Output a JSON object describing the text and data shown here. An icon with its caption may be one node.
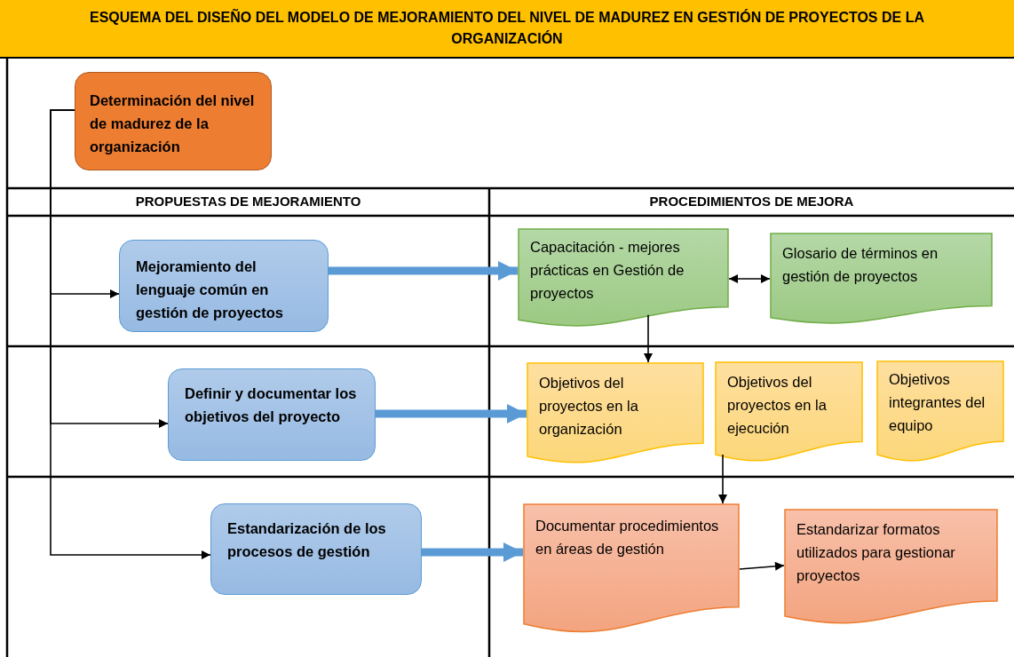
{
  "diagram": {
    "title": "ESQUEMA DEL DISEÑO DEL MODELO DE MEJORAMIENTO DEL NIVEL DE MADUREZ EN GESTIÓN DE PROYECTOS DE LA ORGANIZACIÓN",
    "nodes": [
      {
        "text": [
          "Determinación del nivel de madurez de la organización"
        ]
      },
      {
        "text": [
          "Mejoramiento del lenguaje común en gestión de proyectos"
        ]
      },
      {
        "text": [
          "Definir y documentar los objetivos del proyecto"
        ]
      },
      {
        "text": [
          "Estandarización de los procesos de gestión"
        ]
      },
      {
        "text": [
          "Capacitación - mejores prácticas en Gestión de proyectos"
        ]
      },
      {
        "text": [
          "Glosario de términos en gestión de proyectos"
        ]
      },
      {
        "text": [
          "Objetivos del proyectos en la organización"
        ]
      },
      {
        "text": [
          "Objetivos del proyectos en la ejecución"
        ]
      },
      {
        "text": [
          "Objetivos integrantes del equipo"
        ]
      },
      {
        "text": [
          "Documentar procedimientos en áreas de gestión"
        ]
      },
      {
        "text": [
          "Estandarizar formatos utilizados para gestionar proyectos"
        ]
      }
    ],
    "edges": [
      {
        "from": 0,
        "to": 1,
        "arrow": "to"
      },
      {
        "from": 0,
        "to": 2,
        "arrow": "to"
      },
      {
        "from": 0,
        "to": 3,
        "arrow": "to"
      },
      {
        "from": 1,
        "to": 4,
        "arrow": "to",
        "style": "thick",
        "color": "#5b9bd5"
      },
      {
        "from": 2,
        "to": 6,
        "arrow": "to",
        "style": "thick",
        "color": "#5b9bd5"
      },
      {
        "from": 3,
        "to": 9,
        "arrow": "to",
        "style": "thick",
        "color": "#5b9bd5"
      },
      {
        "from": 4,
        "to": 5,
        "arrow": "both"
      },
      {
        "from": 4,
        "to": 6,
        "arrow": "to"
      },
      {
        "from": 7,
        "to": 9,
        "arrow": "to"
      },
      {
        "from": 9,
        "to": 10,
        "arrow": "to"
      }
    ],
    "labels": [
      "PROPUESTAS DE MEJORAMIENTO",
      "PROCEDIMIENTOS DE MEJORA"
    ]
  }
}
